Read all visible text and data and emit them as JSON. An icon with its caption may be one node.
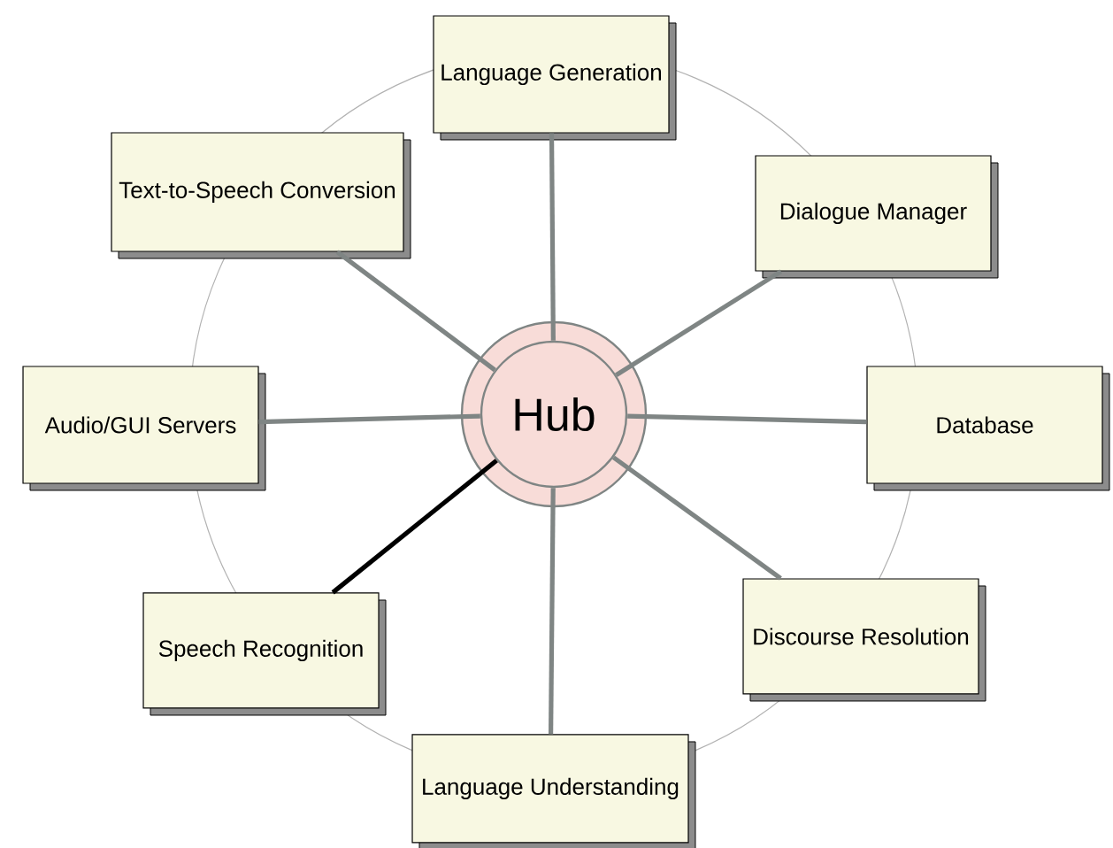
{
  "diagram": {
    "nodes": [
      {
        "text": [
          "Hub"
        ]
      },
      {
        "text": [
          "Language Generation"
        ]
      },
      {
        "text": [
          "Text-to-Speech Conversion"
        ]
      },
      {
        "text": [
          "Dialogue Manager"
        ]
      },
      {
        "text": [
          "Audio/GUI Servers"
        ]
      },
      {
        "text": [
          "Database"
        ]
      },
      {
        "text": [
          "Speech Recognition"
        ]
      },
      {
        "text": [
          "Discourse Resolution"
        ]
      },
      {
        "text": [
          "Language Understanding"
        ]
      }
    ],
    "edges": [
      {
        "from": 0,
        "to": 1,
        "arrow": "none"
      },
      {
        "from": 0,
        "to": 2,
        "arrow": "none"
      },
      {
        "from": 0,
        "to": 3,
        "arrow": "none"
      },
      {
        "from": 0,
        "to": 4,
        "arrow": "none"
      },
      {
        "from": 0,
        "to": 5,
        "arrow": "none"
      },
      {
        "from": 0,
        "to": 6,
        "arrow": "none",
        "color": "#000000"
      },
      {
        "from": 0,
        "to": 7,
        "arrow": "none"
      },
      {
        "from": 0,
        "to": 8,
        "arrow": "none"
      }
    ]
  }
}
